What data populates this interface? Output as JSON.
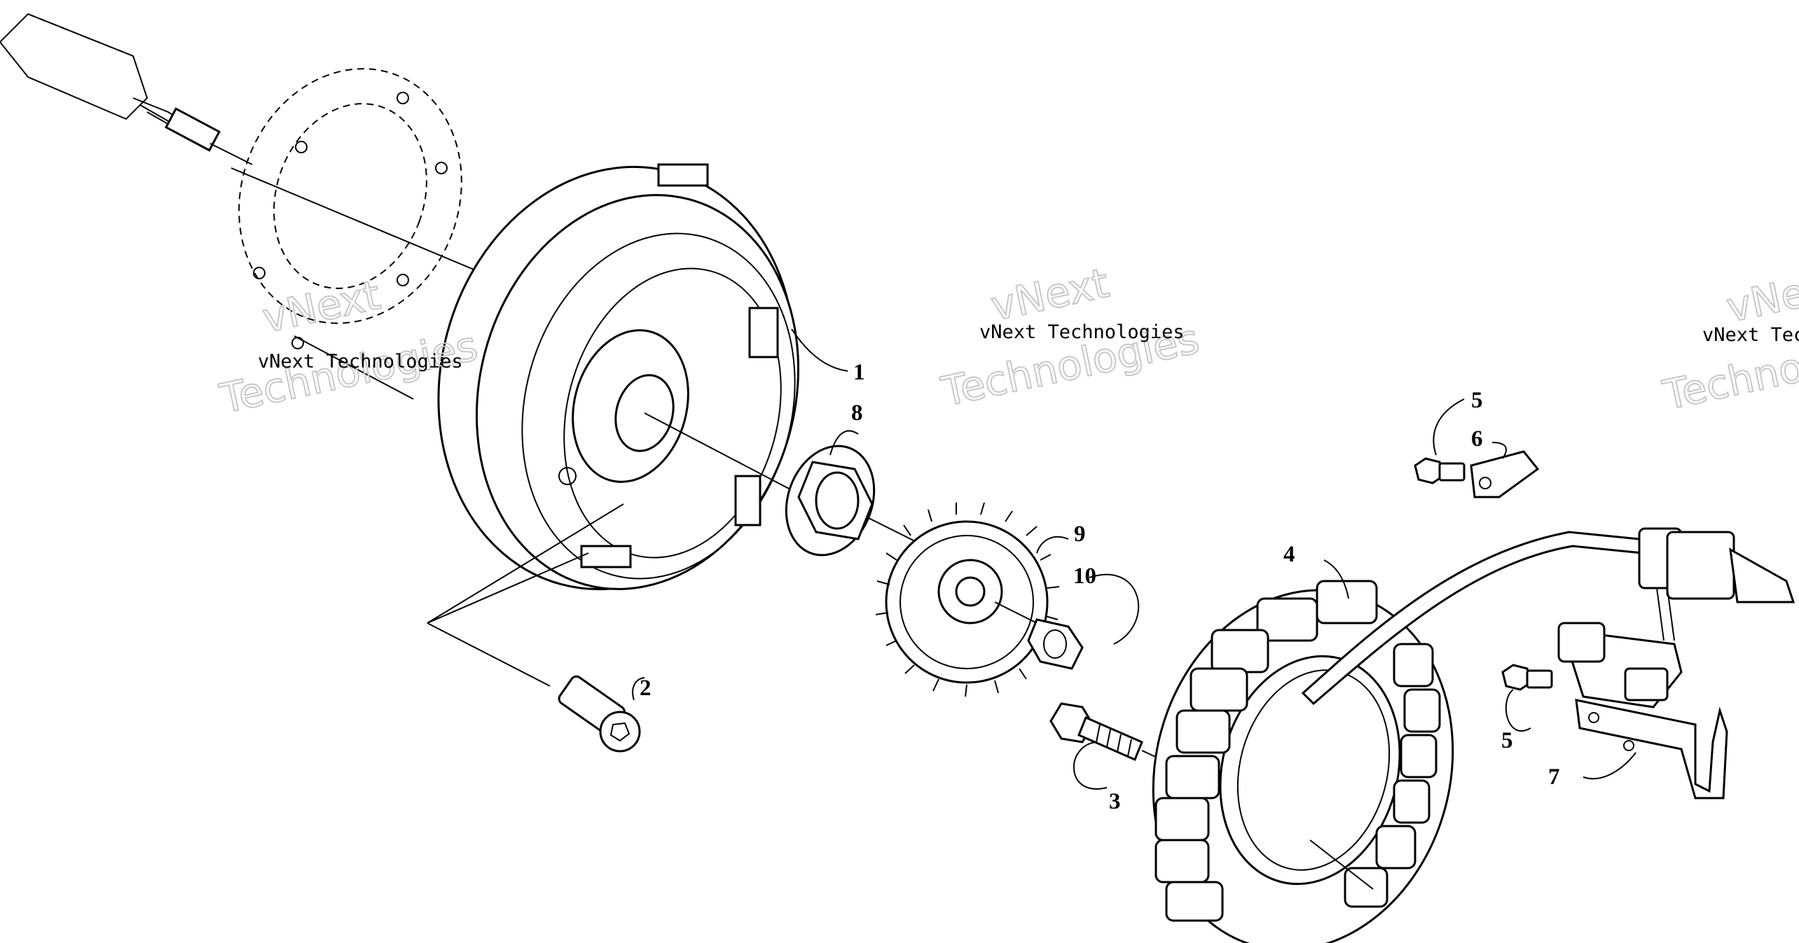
{
  "diagram": {
    "callouts": [
      {
        "id": "c1",
        "label": "1"
      },
      {
        "id": "c2",
        "label": "2"
      },
      {
        "id": "c3",
        "label": "3"
      },
      {
        "id": "c4",
        "label": "4"
      },
      {
        "id": "c5a",
        "label": "5"
      },
      {
        "id": "c5b",
        "label": "5"
      },
      {
        "id": "c6",
        "label": "6"
      },
      {
        "id": "c7",
        "label": "7"
      },
      {
        "id": "c8",
        "label": "8"
      },
      {
        "id": "c9",
        "label": "9"
      },
      {
        "id": "c10",
        "label": "10"
      }
    ],
    "watermark": {
      "line1": "vNext Technologies",
      "big1": "vNext",
      "big2": "Technologies"
    }
  }
}
